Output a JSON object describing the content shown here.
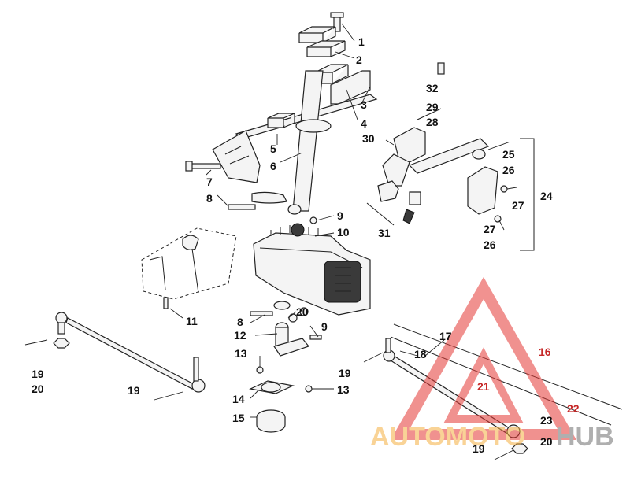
{
  "callouts": [
    "1",
    "2",
    "3",
    "4",
    "5",
    "6",
    "7",
    "8",
    "9",
    "10",
    "11",
    "8",
    "20",
    "12",
    "9",
    "13",
    "13",
    "14",
    "15",
    "19",
    "20",
    "19",
    "16",
    "17",
    "18",
    "19",
    "21",
    "22",
    "23",
    "20",
    "19",
    "32",
    "29",
    "28",
    "30",
    "25",
    "26",
    "27",
    "24",
    "27",
    "26",
    "31"
  ],
  "watermark": {
    "word1": "AUTOMOTO",
    "word2": "HUB",
    "colors": {
      "orange": "#f5b041",
      "grey": "#6e6e6e",
      "red": "#e53935"
    }
  }
}
